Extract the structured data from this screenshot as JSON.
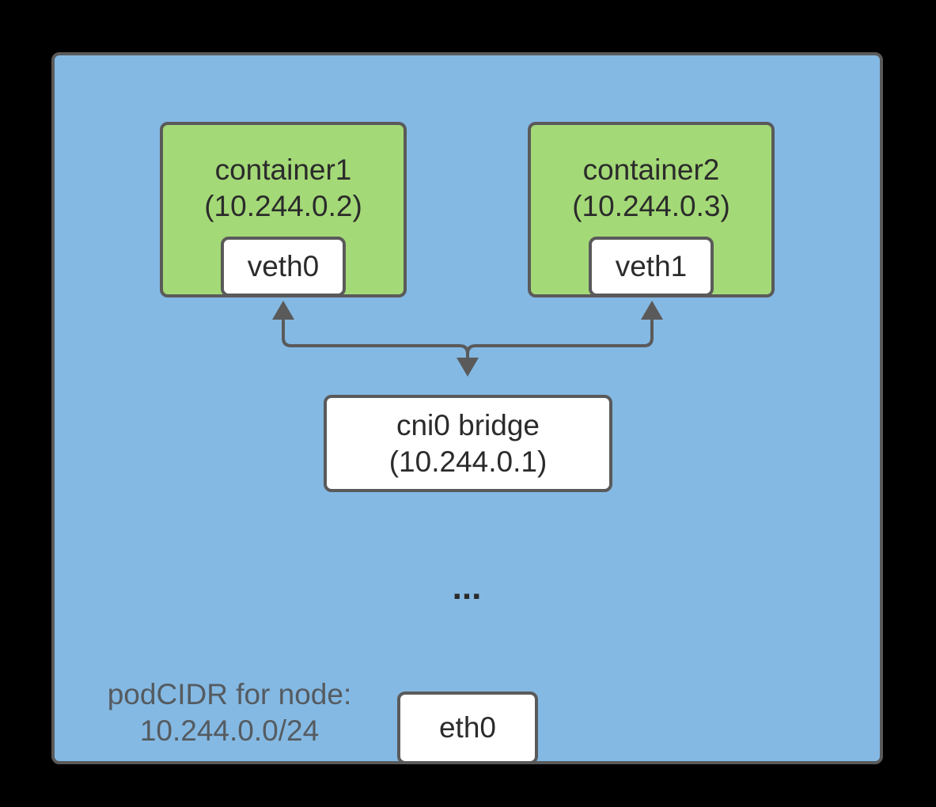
{
  "containers": [
    {
      "name": "container1",
      "ip": "(10.244.0.2)",
      "iface": "veth0"
    },
    {
      "name": "container2",
      "ip": "(10.244.0.3)",
      "iface": "veth1"
    }
  ],
  "bridge": {
    "name": "cni0 bridge",
    "ip": "(10.244.0.1)"
  },
  "ellipsis": "...",
  "pod_cidr": {
    "label": "podCIDR for node:",
    "value": "10.244.0.0/24"
  },
  "host_iface": "eth0",
  "colors": {
    "background": "#000000",
    "node_fill": "#84b9e3",
    "container_fill": "#a4d977",
    "interface_fill": "#ffffff",
    "border": "#5a5a5a"
  }
}
